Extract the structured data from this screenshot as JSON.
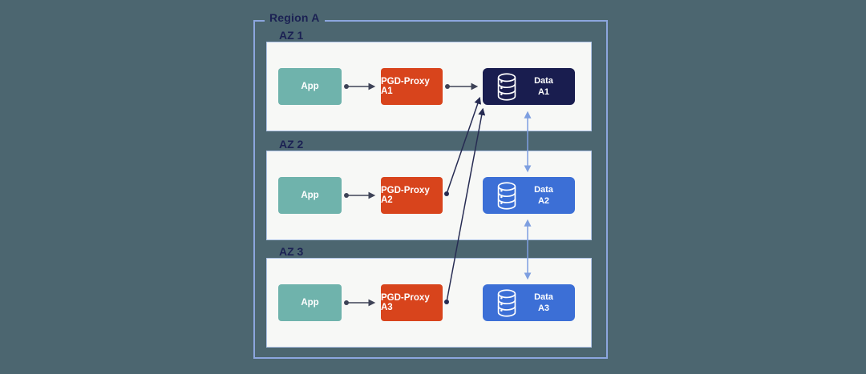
{
  "diagram": {
    "region": {
      "label": "Region A"
    },
    "zones": [
      {
        "label": "AZ 1",
        "app": {
          "label": "App"
        },
        "proxy": {
          "label": "PGD-Proxy A1"
        },
        "data": {
          "line1": "Data",
          "line2": "A1",
          "role": "lead"
        }
      },
      {
        "label": "AZ 2",
        "app": {
          "label": "App"
        },
        "proxy": {
          "label": "PGD-Proxy A2"
        },
        "data": {
          "line1": "Data",
          "line2": "A2",
          "role": "replica"
        }
      },
      {
        "label": "AZ 3",
        "app": {
          "label": "App"
        },
        "proxy": {
          "label": "PGD-Proxy A3"
        },
        "data": {
          "line1": "Data",
          "line2": "A3",
          "role": "replica"
        }
      }
    ],
    "edges": [
      {
        "from": "app-a1",
        "to": "pgd-proxy-a1",
        "style": "dot-arrow"
      },
      {
        "from": "pgd-proxy-a1",
        "to": "data-a1",
        "style": "dot-arrow"
      },
      {
        "from": "app-a2",
        "to": "pgd-proxy-a2",
        "style": "dot-arrow"
      },
      {
        "from": "app-a3",
        "to": "pgd-proxy-a3",
        "style": "dot-arrow"
      },
      {
        "from": "pgd-proxy-a2",
        "to": "data-a1",
        "style": "dot-arrow"
      },
      {
        "from": "pgd-proxy-a3",
        "to": "data-a1",
        "style": "dot-arrow"
      },
      {
        "from": "data-a1",
        "to": "data-a2",
        "style": "bidirectional"
      },
      {
        "from": "data-a2",
        "to": "data-a3",
        "style": "bidirectional"
      }
    ],
    "colors": {
      "background": "#4C6670",
      "region_border": "#8CA6DE",
      "zone_fill": "#F7F8F6",
      "zone_border": "#AEC3E6",
      "label_text": "#1B2153",
      "app_fill": "#6FB3AC",
      "proxy_fill": "#D8441C",
      "data_lead_fill": "#191D4F",
      "data_replica_fill": "#3C6FD6",
      "arrow_dark": "#3E4357",
      "arrow_navy": "#262B52",
      "arrow_blue": "#7E9FE0"
    }
  }
}
